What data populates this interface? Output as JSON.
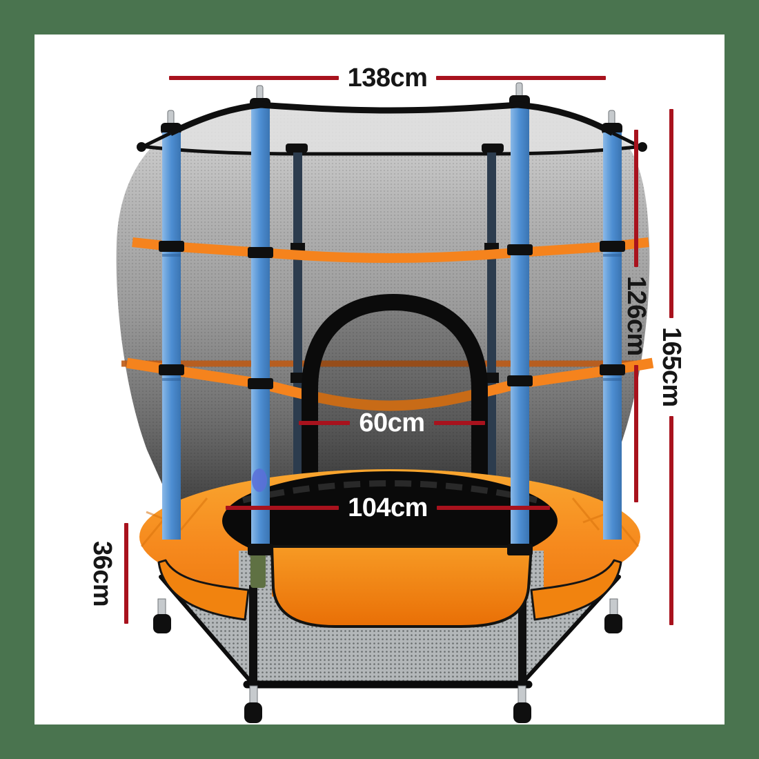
{
  "dimensions": {
    "top_width": "138cm",
    "net_height": "126cm",
    "total_height": "165cm",
    "door_width": "60cm",
    "mat_diameter": "104cm",
    "base_height": "36cm"
  },
  "palette": {
    "dim_red": "#a8121d",
    "ink": "#161616",
    "light_label": "#ffffff",
    "frame_green": "#4a744f",
    "pad_orange": "#f68a1e",
    "band_orange": "#f5831d",
    "band_orange_rear": "#bc5a15",
    "pole_blue": "#4d8ed2",
    "net_black": "#0f0f0f",
    "skirt_gray": "#b3b7b9",
    "strap_green": "#5f7143",
    "chrome": "#c6cacd"
  }
}
